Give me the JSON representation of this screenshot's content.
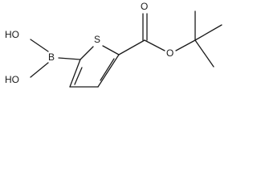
{
  "molecule": {
    "atoms": {
      "sulfur": "S",
      "boron": "B",
      "hydroxyl_top": "HO",
      "hydroxyl_bottom": "HO",
      "carbonyl_oxygen": "O",
      "ester_oxygen": "O"
    }
  }
}
